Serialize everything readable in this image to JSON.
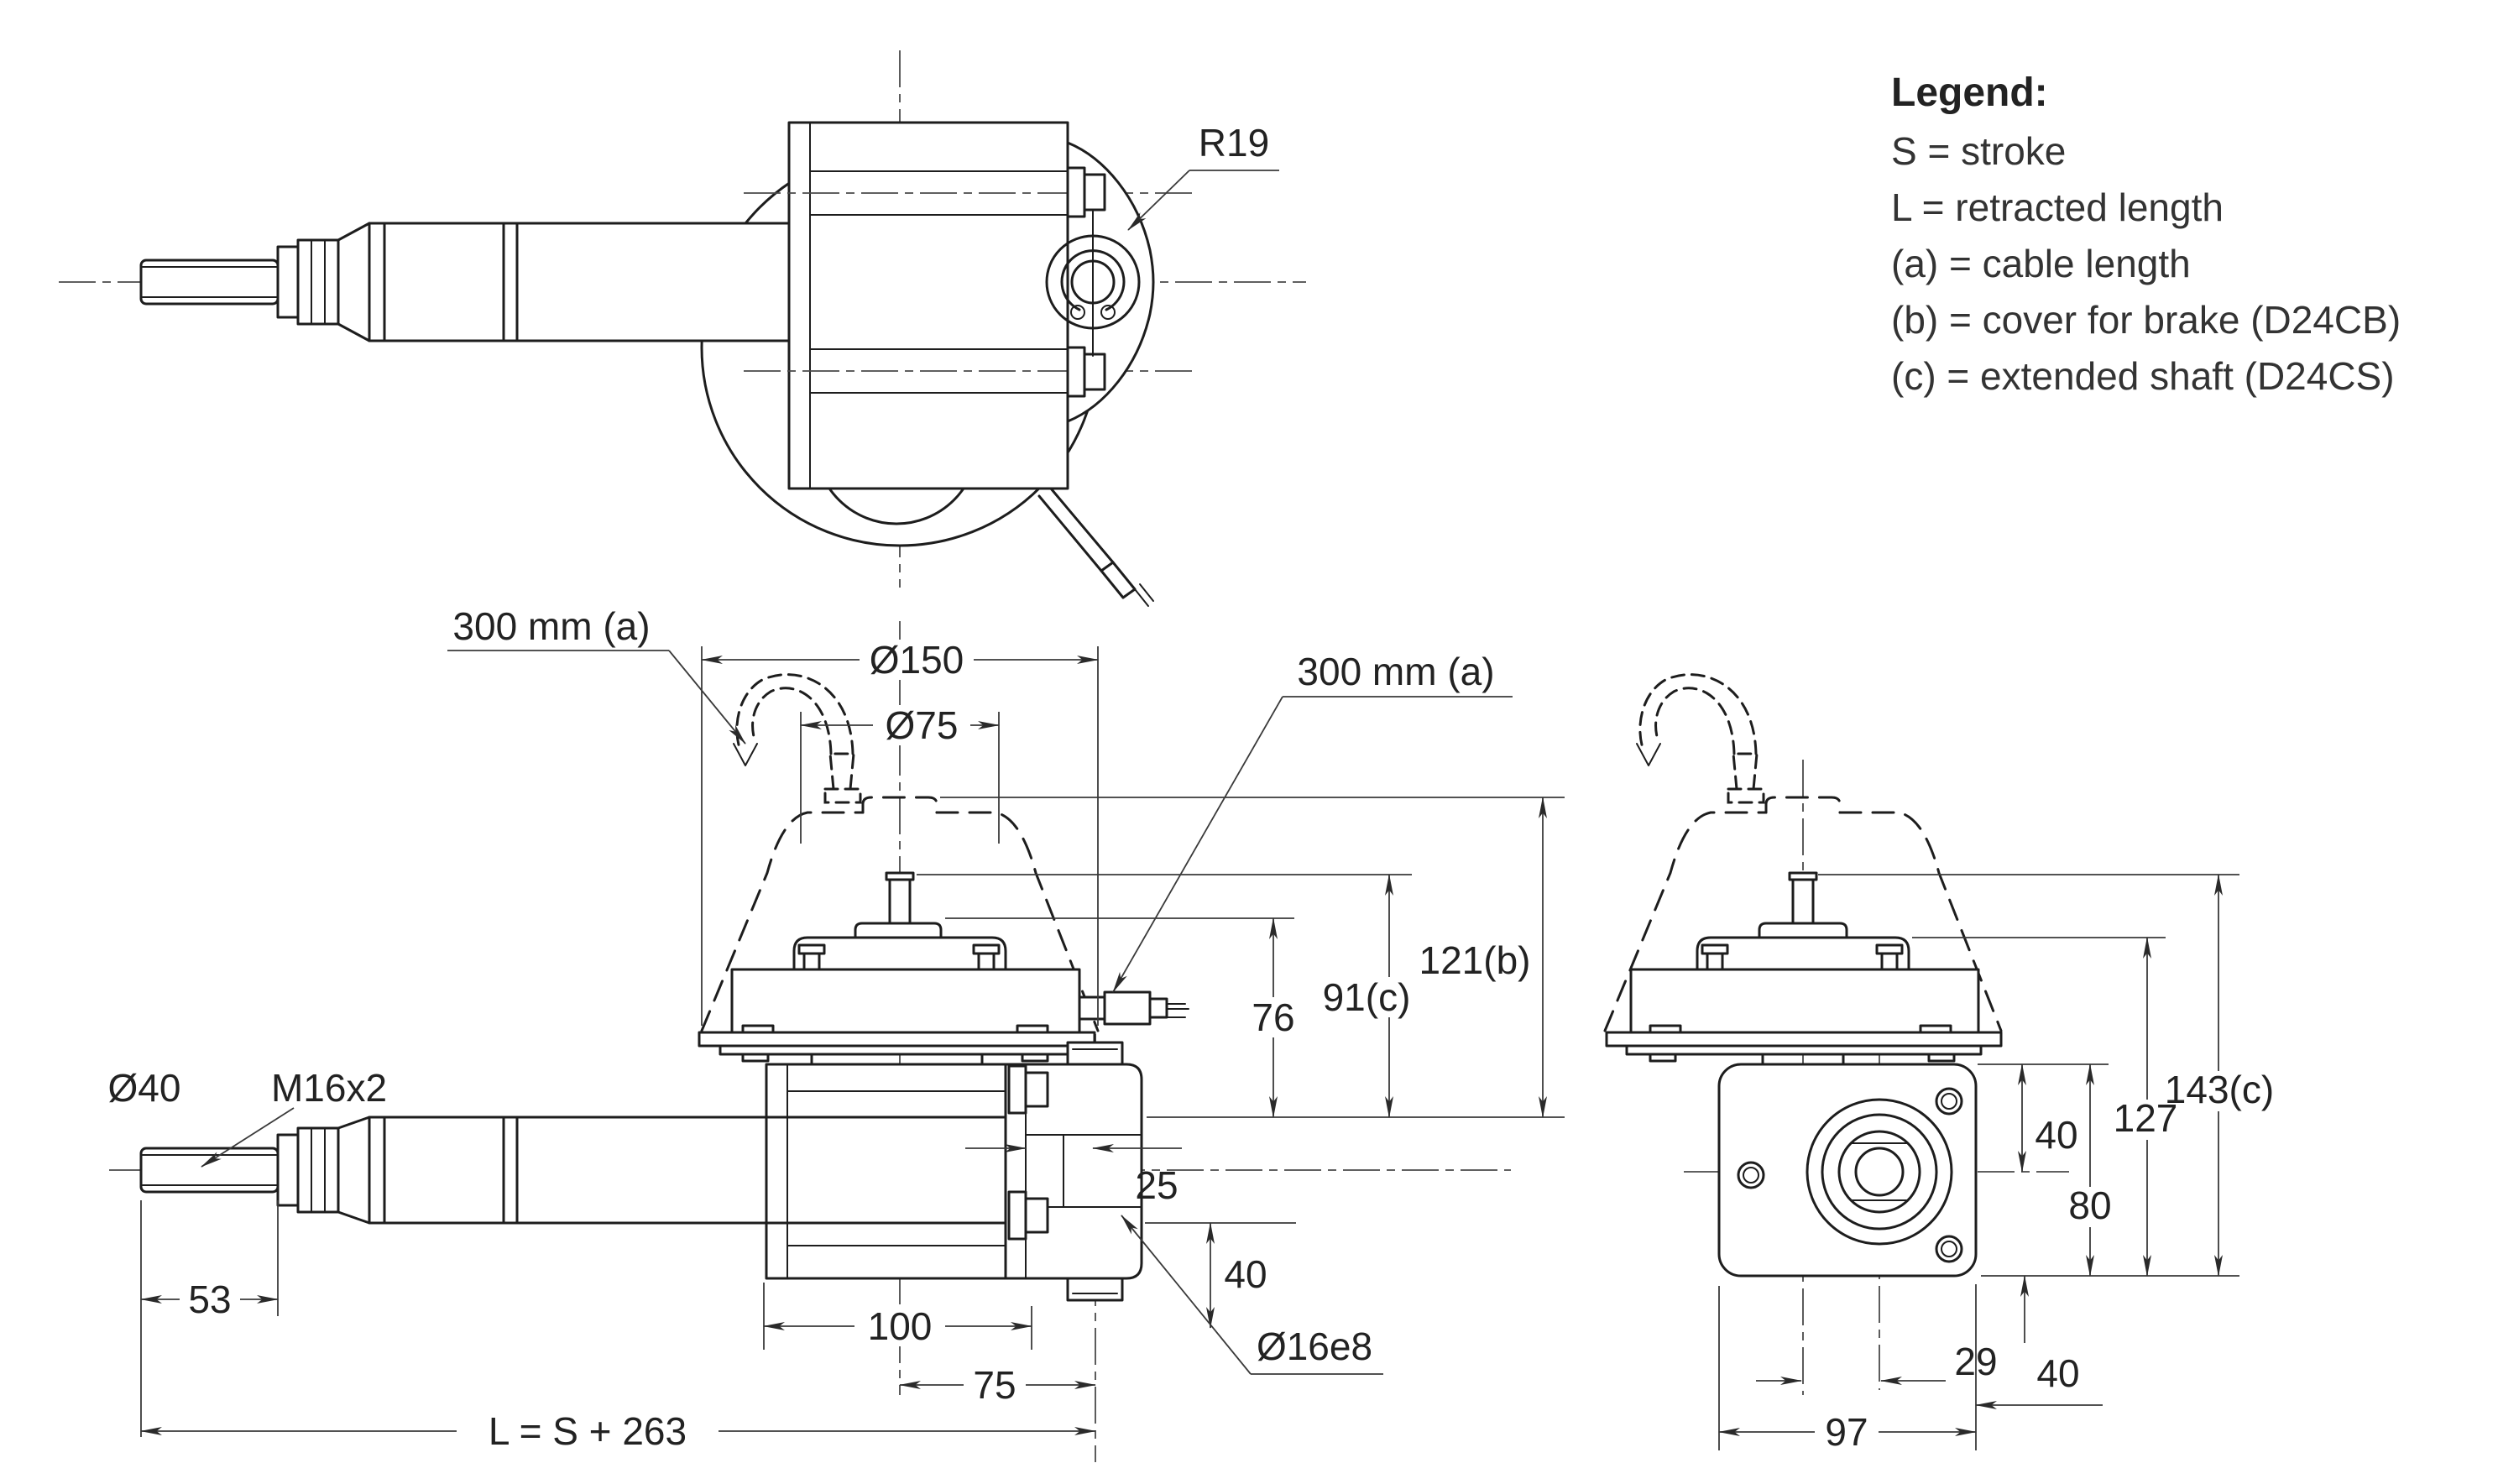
{
  "drawing": {
    "legend": {
      "title": "Legend:",
      "items": [
        "S = stroke",
        "L = retracted length",
        "(a) = cable length",
        "(b) = cover for brake (D24CB)",
        "(c) = extended shaft (D24CS)"
      ]
    },
    "top_view": {
      "r19": "R19"
    },
    "front_view": {
      "cable_left": "300 mm (a)",
      "cable_right": "300 mm (a)",
      "dia150": "Ø150",
      "dia75": "Ø75",
      "h76": "76",
      "h91": "91(c)",
      "h121": "121(b)",
      "dia40": "Ø40",
      "thread": "M16x2",
      "w53": "53",
      "w25": "25",
      "h40": "40",
      "pin": "Ø16e8",
      "w100": "100",
      "w75": "75",
      "length_formula": "L = S + 263"
    },
    "end_view": {
      "h40_top": "40",
      "h80": "80",
      "h127": "127",
      "h143": "143(c)",
      "h40_bottom": "40",
      "w29": "29",
      "w97": "97"
    }
  }
}
